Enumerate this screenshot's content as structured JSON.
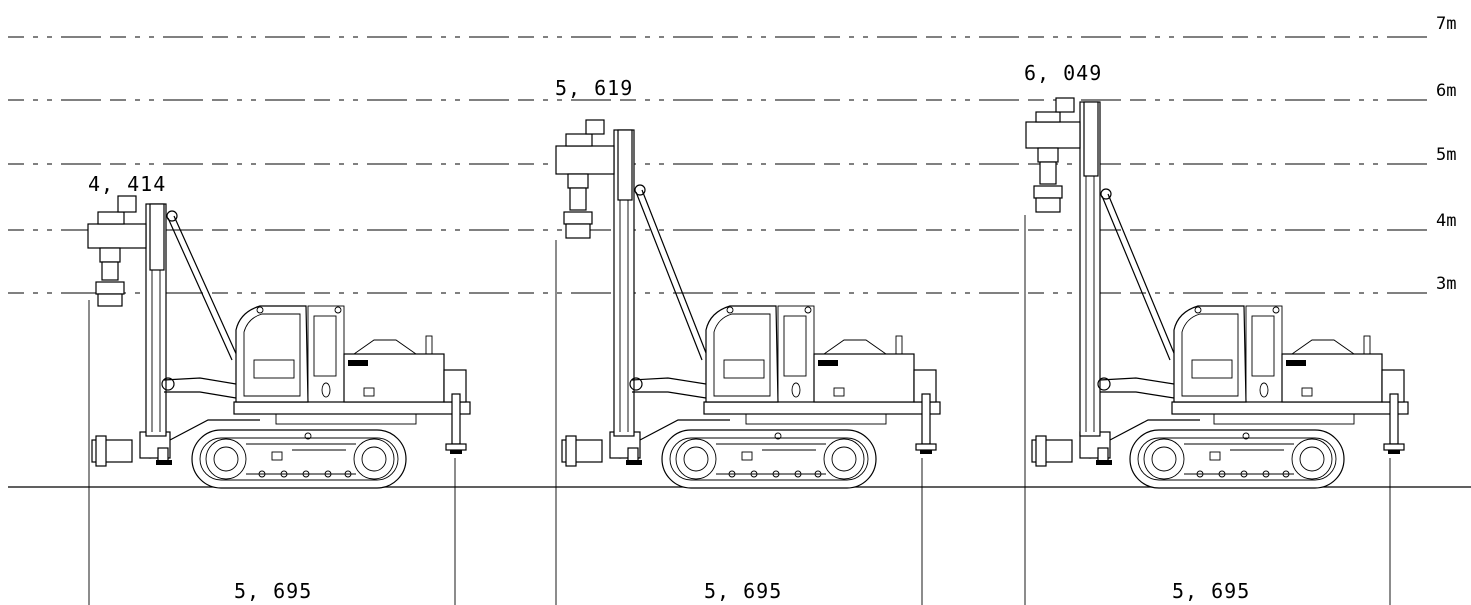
{
  "height_levels": [
    {
      "label": "7m",
      "meters": 7
    },
    {
      "label": "6m",
      "meters": 6
    },
    {
      "label": "5m",
      "meters": 5
    },
    {
      "label": "4m",
      "meters": 4
    },
    {
      "label": "3m",
      "meters": 3
    }
  ],
  "machines": [
    {
      "id": "left",
      "top_height_label": "4, 414",
      "top_height_mm": 4414,
      "length_label": "5, 695",
      "length_mm": 5695
    },
    {
      "id": "middle",
      "top_height_label": "5, 619",
      "top_height_mm": 5619,
      "length_label": "5, 695",
      "length_mm": 5695
    },
    {
      "id": "right",
      "top_height_label": "6, 049",
      "top_height_mm": 6049,
      "length_label": "5, 695",
      "length_mm": 5695
    }
  ],
  "colors": {
    "line": "#000000",
    "background": "#ffffff"
  }
}
